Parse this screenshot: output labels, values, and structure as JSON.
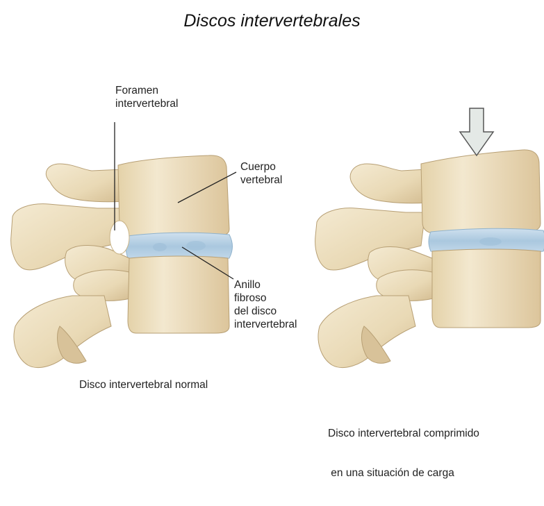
{
  "title": "Discos intervertebrales",
  "labels": {
    "foramen": [
      "Foramen",
      "intervertebral"
    ],
    "cuerpo": [
      "Cuerpo",
      "vertebral"
    ],
    "anillo": [
      "Anillo",
      "fibroso",
      "del disco",
      "intervertebral"
    ]
  },
  "captions": {
    "normal": [
      "Disco intervertebral normal"
    ],
    "compressed": [
      "Disco intervertebral comprimido",
      " en una situación de carga"
    ]
  },
  "colors": {
    "bone": "#efe2c4",
    "bone_shade": "#d9c49c",
    "bone_dark": "#b79f74",
    "disc": "#b9d3e6",
    "disc_dark": "#8fb2cc",
    "arrow_fill": "#e4e9e6"
  },
  "icons": {
    "load_arrow": "down-arrow-icon"
  }
}
